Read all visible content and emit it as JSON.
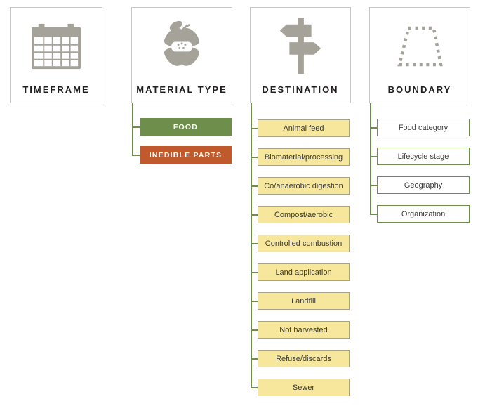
{
  "colors": {
    "green": "#6e8f4c",
    "orange": "#c0592b",
    "yellow": "#f7e79c",
    "yellow-border": "#a6a38a",
    "icon-gray": "#a5a29a",
    "box-border": "#c9c9c9",
    "title-text": "#231f20",
    "item-text": "#3c3c3c",
    "line": "#6e8f4c"
  },
  "columns": [
    {
      "title": "TIMEFRAME",
      "icon": "calendar-icon",
      "items": []
    },
    {
      "title": "MATERIAL TYPE",
      "icon": "apple-core-icon",
      "items": [
        {
          "label": "FOOD",
          "style": "green"
        },
        {
          "label": "INEDIBLE PARTS",
          "style": "orange"
        }
      ]
    },
    {
      "title": "DESTINATION",
      "icon": "signpost-icon",
      "items": [
        {
          "label": "Animal feed",
          "style": "yellow"
        },
        {
          "label": "Biomaterial/processing",
          "style": "yellow"
        },
        {
          "label": "Co/anaerobic digestion",
          "style": "yellow"
        },
        {
          "label": "Compost/aerobic",
          "style": "yellow"
        },
        {
          "label": "Controlled combustion",
          "style": "yellow"
        },
        {
          "label": "Land application",
          "style": "yellow"
        },
        {
          "label": "Landfill",
          "style": "yellow"
        },
        {
          "label": "Not harvested",
          "style": "yellow"
        },
        {
          "label": "Refuse/discards",
          "style": "yellow"
        },
        {
          "label": "Sewer",
          "style": "yellow"
        }
      ]
    },
    {
      "title": "BOUNDARY",
      "icon": "boundary-trapezoid-icon",
      "items": [
        {
          "label": "Food category",
          "style": "outline"
        },
        {
          "label": "Lifecycle stage",
          "style": "outline"
        },
        {
          "label": "Geography",
          "style": "outline"
        },
        {
          "label": "Organization",
          "style": "outline"
        }
      ]
    }
  ]
}
